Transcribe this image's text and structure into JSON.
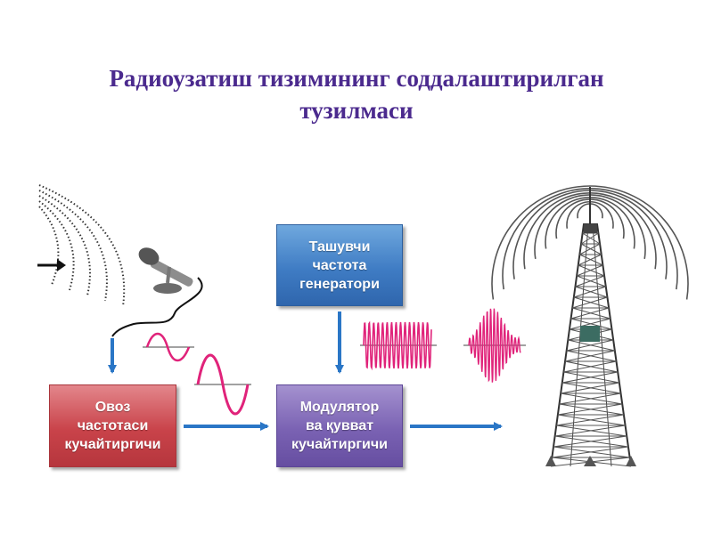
{
  "title": {
    "line1": "Радиоузатиш тизимининг соддалаштирилган",
    "line2": "тузилмаси"
  },
  "blocks": {
    "amplifier": {
      "line1": "Овоз",
      "line2": "частотаси",
      "line3": "кучайтиргичи",
      "color": "#c9434a"
    },
    "generator": {
      "line1": "Ташувчи",
      "line2": "частота",
      "line3": "генератори",
      "color": "#3f7cc4"
    },
    "modulator": {
      "line1": "Модулятор",
      "line2": "ва қувват",
      "line3": "кучайтиргичи",
      "color": "#7a62b3"
    }
  },
  "colors": {
    "arrow": "#2a76c6",
    "signal": "#e0237a",
    "title": "#4b2a8e"
  },
  "icons": {
    "sound_waves": "sound-waves-icon",
    "microphone": "microphone-icon",
    "antenna": "antenna-tower-icon"
  }
}
